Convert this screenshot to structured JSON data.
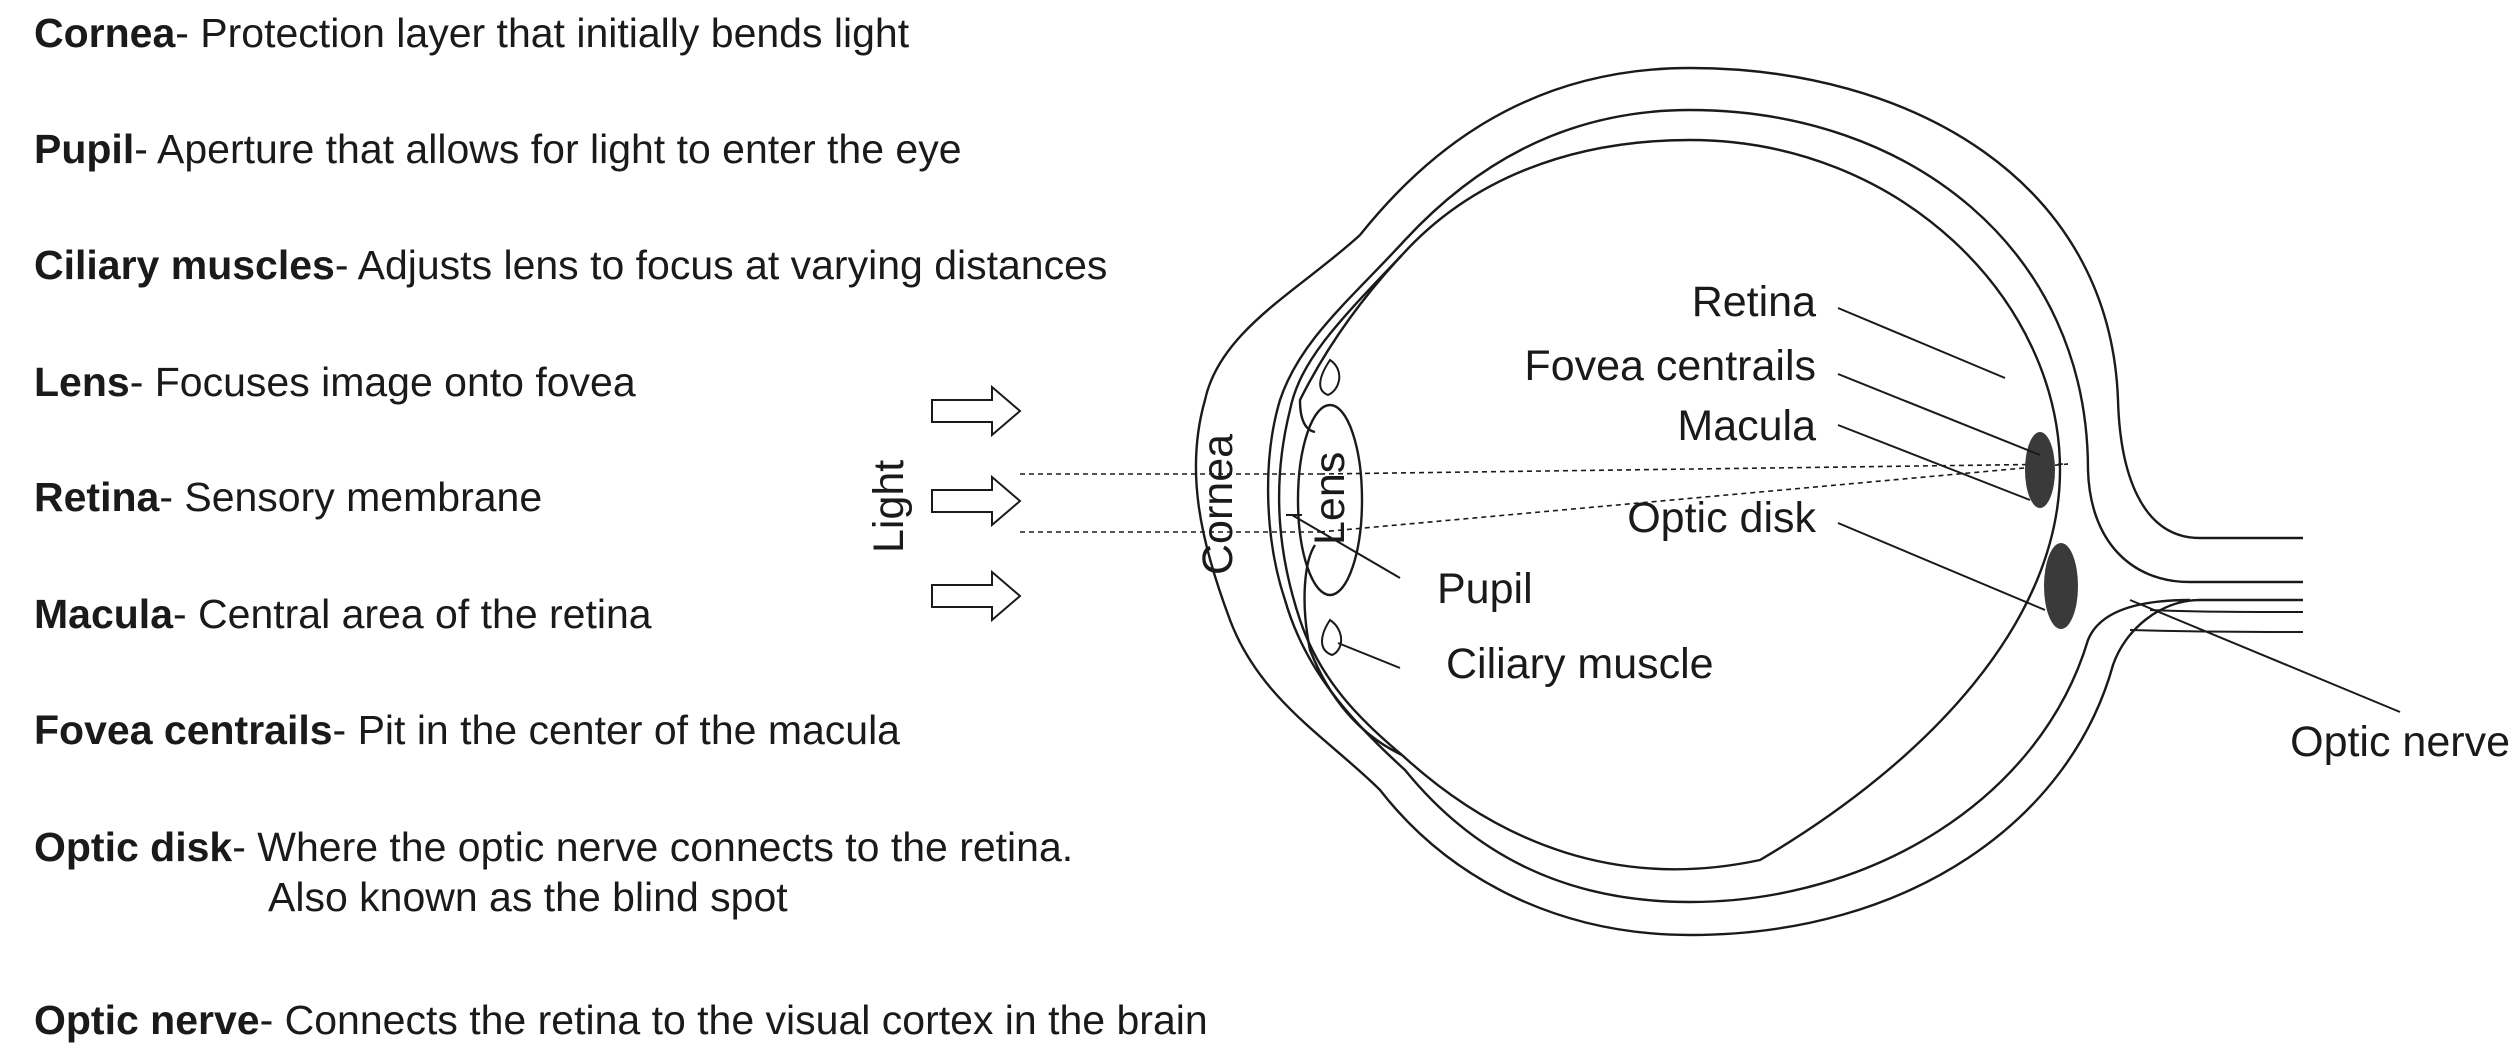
{
  "definitions": [
    {
      "term": "Cornea",
      "description": "- Protection layer that initially bends light"
    },
    {
      "term": "Pupil",
      "description": "- Aperture that allows for light to enter the eye"
    },
    {
      "term": "Ciliary muscles",
      "description": "- Adjusts lens to focus at varying distances"
    },
    {
      "term": "Lens",
      "description": "- Focuses image onto fovea"
    },
    {
      "term": "Retina",
      "description": "- Sensory membrane"
    },
    {
      "term": "Macula",
      "description": "- Central area of the retina"
    },
    {
      "term": "Fovea centrails",
      "description": "- Pit in the center of the macula"
    },
    {
      "term": "Optic disk",
      "description": "- Where the optic nerve connects to the retina.",
      "continuation": "Also known as the blind spot"
    },
    {
      "term": "Optic nerve",
      "description": "- Connects the retina to the visual cortex in the brain"
    }
  ],
  "diagram": {
    "labels": {
      "light": "Light",
      "cornea": "Cornea",
      "lens": "Lens",
      "pupil": "Pupil",
      "ciliary_muscle": "Ciliary muscle",
      "retina": "Retina",
      "fovea_centrails": "Fovea centrails",
      "macula": "Macula",
      "optic_disk": "Optic disk",
      "optic_nerve": "Optic nerve"
    },
    "colors": {
      "line": "#1a1a1a",
      "fill_dark": "#3a3a3a",
      "background": "#ffffff"
    }
  }
}
